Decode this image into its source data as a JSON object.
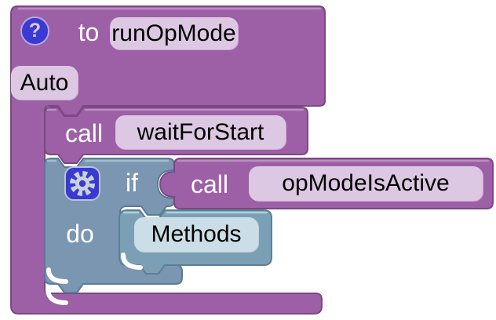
{
  "palette": {
    "canvas_bg": "#ffffff",
    "purple": "#9d5fa6",
    "purple_border": "#7a4981",
    "purple_highlight": "#b98fc0",
    "purple_field_bg": "#dcc8e2",
    "steel": "#7b96b1",
    "steel_border": "#5a7a99",
    "steel_highlight": "#a3bed1",
    "methods_fill": "#7ba0b5",
    "methods_border": "#5b8096",
    "methods_field_bg": "#cbdde6",
    "icon_blue": "#3a39d4",
    "icon_glyph_gray": "#c9d3dc",
    "text_light": "#ffffff",
    "text_dark": "#000000"
  },
  "blocks": {
    "run_op_mode": {
      "type": "procedure definition",
      "help_icon_glyph": "?",
      "to_label": "to",
      "name": "runOpMode",
      "flavor": "Auto"
    },
    "wait_for_start": {
      "type": "call statement",
      "call_label": "call",
      "method": "waitForStart"
    },
    "if_block": {
      "type": "controls if",
      "if_label": "if",
      "do_label": "do"
    },
    "op_mode_is_active": {
      "type": "call value",
      "call_label": "call",
      "method": "opModeIsActive"
    },
    "methods": {
      "type": "call statement",
      "name": "Methods"
    }
  }
}
